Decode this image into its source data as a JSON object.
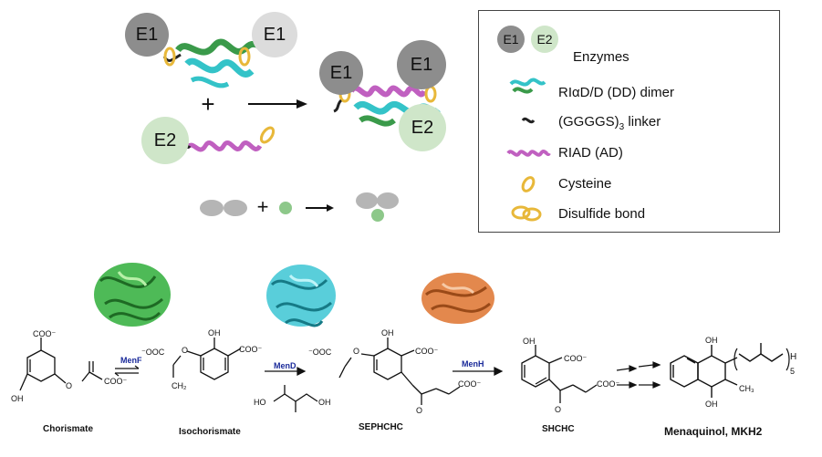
{
  "scaffold": {
    "enzyme1_label": "E1",
    "enzyme2_label": "E2",
    "plus": "+"
  },
  "legend": {
    "enzymes": {
      "labels": [
        "E1",
        "E2"
      ],
      "text": "Enzymes"
    },
    "dimer": "RIαD/D (DD) dimer",
    "linker": "(GGGGS)",
    "linker_subscript": "3",
    "linker_suffix": " linker",
    "riad": "RIAD (AD)",
    "cysteine": "Cysteine",
    "disulfide": "Disulfide bond"
  },
  "pathway": {
    "compounds": [
      "Chorismate",
      "Isochorismate",
      "SEPHCHC",
      "SHCHC",
      "Menaquinol, MKH2"
    ],
    "enzymes": [
      "MenF",
      "MenD",
      "MenH"
    ],
    "menaquinol_subscript_n": "5"
  },
  "colors": {
    "enzyme1": "#8d8d8d",
    "enzyme2": "#cfe6c9",
    "dimer": "#34c3c8",
    "riad": "#c060c0",
    "cysteine": "#e8b83a",
    "menf_protein": "#2fae3a",
    "mend_protein": "#3cc6d4",
    "menh_protein": "#e07b3a"
  }
}
